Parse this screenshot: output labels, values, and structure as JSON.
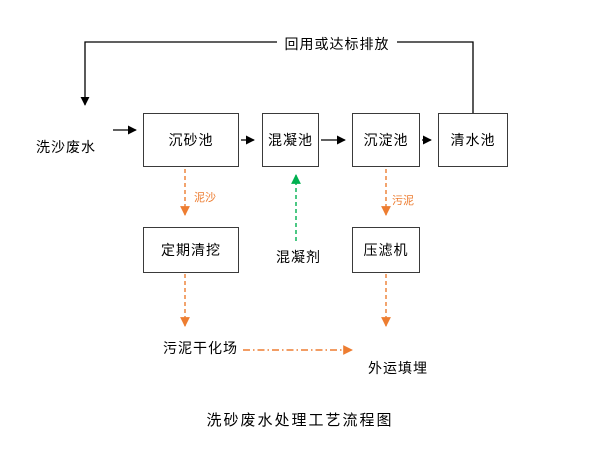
{
  "diagram": {
    "title": "洗砂废水处理工艺流程图",
    "input_label": "洗沙废水",
    "recycle_label": "回用或达标排放",
    "boxes": [
      {
        "label": "沉砂池"
      },
      {
        "label": "混凝池"
      },
      {
        "label": "沉淀池"
      },
      {
        "label": "清水池"
      },
      {
        "label": "定期清挖"
      },
      {
        "label": "压滤机"
      }
    ],
    "flow_labels": {
      "sediment": "泥沙",
      "sludge": "污泥",
      "coagulant": "混凝剂",
      "sludge_drying_field": "污泥干化场",
      "offsite_landfill": "外运填埋"
    },
    "colors": {
      "line_black": "#000000",
      "arrow_orange": "#ED7D31",
      "arrow_green": "#00B050",
      "box_border": "#3A3A3A",
      "background": "#FFFFFF"
    }
  }
}
